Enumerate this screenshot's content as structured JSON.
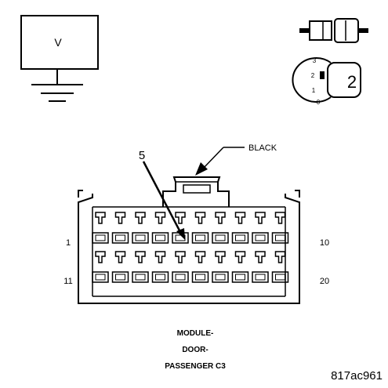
{
  "meter": {
    "symbol": "V"
  },
  "ignition": {
    "positions": [
      "3",
      "2",
      "1",
      "0"
    ],
    "selected": "2"
  },
  "connector": {
    "color_label": "BLACK",
    "highlighted_pin": "5",
    "row1_first": "1",
    "row1_last": "10",
    "row2_first": "11",
    "row2_last": "20",
    "pins_per_row": 10,
    "caption_lines": [
      "MODULE-",
      "DOOR-",
      "PASSENGER C3"
    ]
  },
  "figure_id": "817ac961"
}
